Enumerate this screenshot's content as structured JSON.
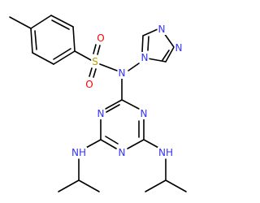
{
  "diagram": {
    "atoms": {
      "sulfur": "S",
      "oxygen_top": "O",
      "oxygen_bottom": "O",
      "sulfonamide_nitrogen": "N",
      "triazole_n4": "N",
      "triazole_n1": "N",
      "triazole_n2": "N",
      "triazine_n_left": "N",
      "triazine_n_right": "N",
      "triazine_n_bottom": "N",
      "amine_left": "NH",
      "amine_right": "NH"
    },
    "colors": {
      "bond": "#000000",
      "nitrogen": "#3333ff",
      "oxygen": "#ff0000",
      "sulfur": "#b2a000"
    }
  }
}
